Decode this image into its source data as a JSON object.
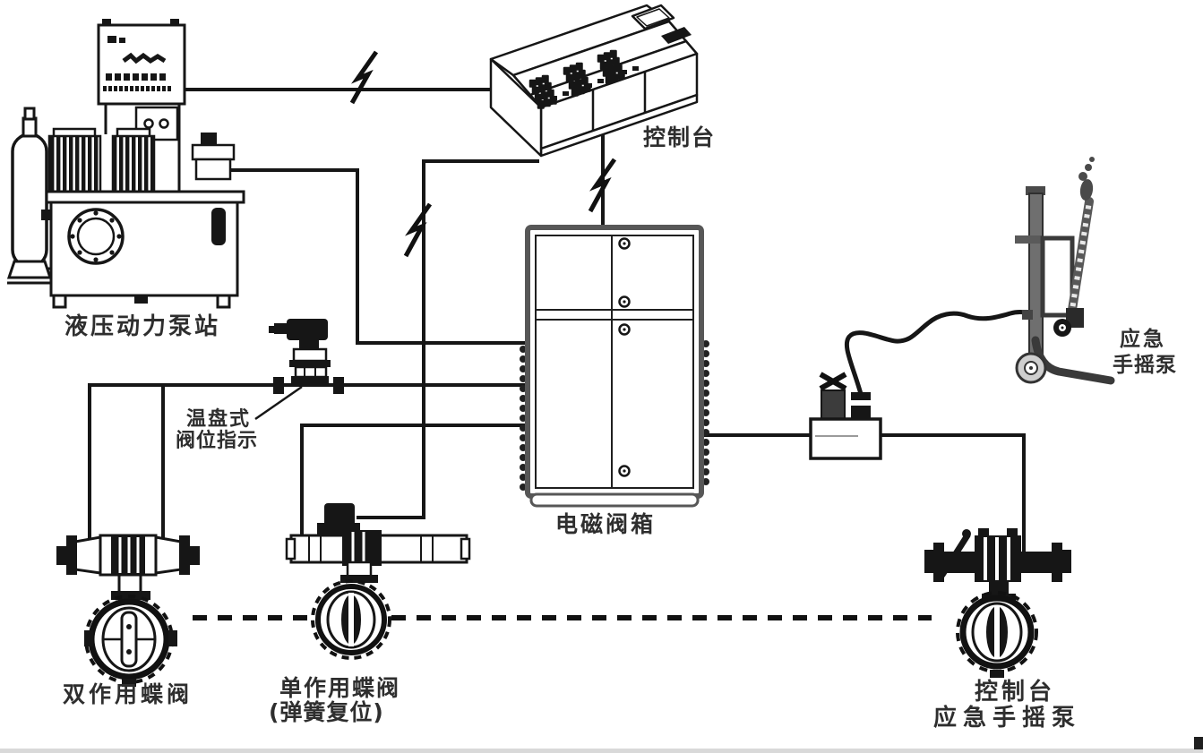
{
  "diagram": {
    "type": "schematic",
    "colors": {
      "background": "#ffffff",
      "line": "#161616",
      "box_border": "#575757",
      "text": "#2e2e2e"
    },
    "labels": {
      "hydraulic_power_unit": "液压动力泵站",
      "control_console": "控制台",
      "valve_position_indicator_line1": "温盘式",
      "valve_position_indicator_line2": "阀位指示",
      "solenoid_valve_box": "电磁阀箱",
      "emergency_hand_pump_line1": "应急",
      "emergency_hand_pump_line2": "手摇泵",
      "double_acting_butterfly_valve": "双作用蝶阀",
      "single_acting_butterfly_valve_line1": "单作用蝶阀",
      "single_acting_butterfly_valve_line2": "(弹簧复位)",
      "console_emergency_hand_pump_line1": "控制台",
      "console_emergency_hand_pump_line2": "应急手摇泵"
    },
    "components": [
      "hydraulic-power-unit",
      "control-console",
      "solenoid-valve-box",
      "valve-position-indicator",
      "emergency-hand-pump",
      "double-acting-butterfly-valve",
      "single-acting-butterfly-valve",
      "console-emergency-hand-pump-valve",
      "deck-dashed-line",
      "electric-signal-bolts"
    ]
  }
}
